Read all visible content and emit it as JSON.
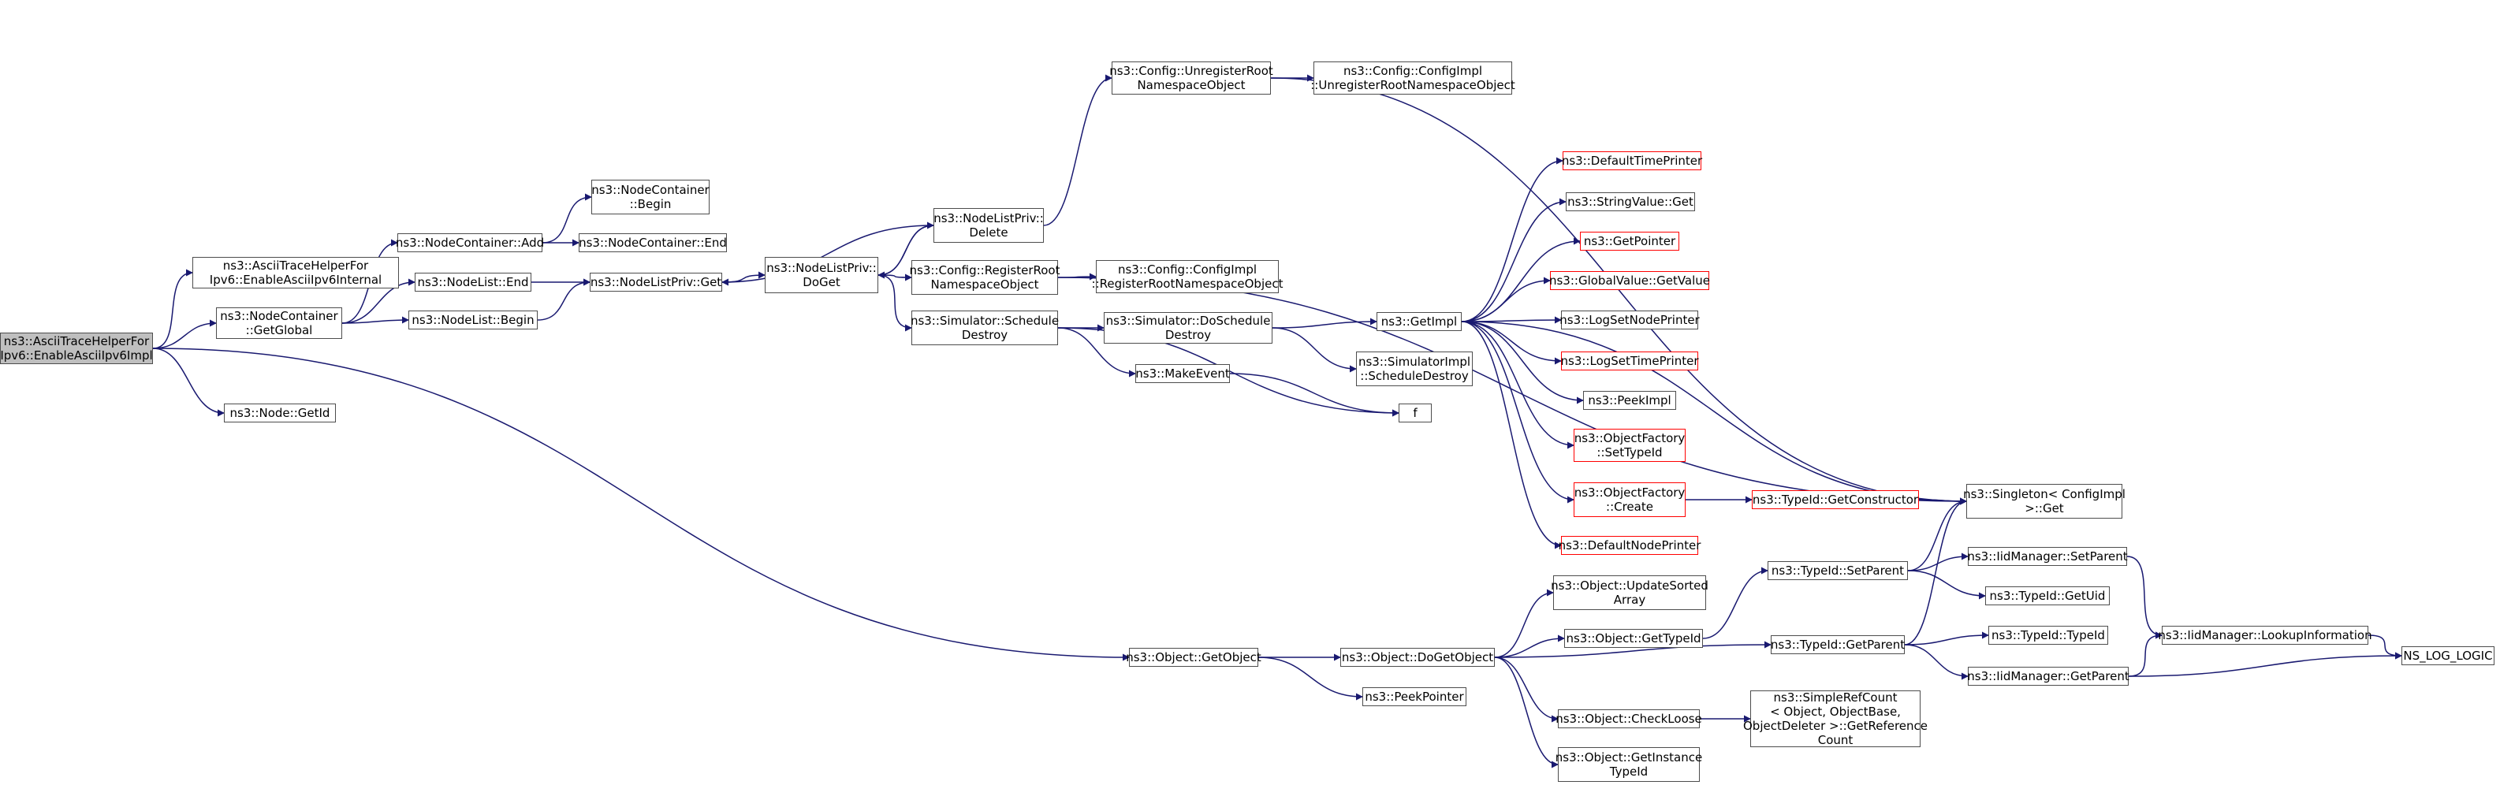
{
  "colors": {
    "edge": "#191970",
    "node_border": "#4d4d4d",
    "truncated_border": "#ff0000",
    "root_fill": "#bfbfbf"
  },
  "nodes": [
    {
      "id": "root",
      "lines": [
        "ns3::AsciiTraceHelperFor",
        "Ipv6::EnableAsciiIpv6Impl"
      ],
      "root": true
    },
    {
      "id": "ipv6int",
      "lines": [
        "ns3::AsciiTraceHelperFor",
        "Ipv6::EnableAsciiIpv6Internal"
      ]
    },
    {
      "id": "ncGetGlobal",
      "lines": [
        "ns3::NodeContainer",
        "::GetGlobal"
      ]
    },
    {
      "id": "nodeGetId",
      "lines": [
        "ns3::Node::GetId"
      ]
    },
    {
      "id": "ncAdd",
      "lines": [
        "ns3::NodeContainer::Add"
      ]
    },
    {
      "id": "nlEnd",
      "lines": [
        "ns3::NodeList::End"
      ]
    },
    {
      "id": "nlBegin",
      "lines": [
        "ns3::NodeList::Begin"
      ]
    },
    {
      "id": "ncBegin",
      "lines": [
        "ns3::NodeContainer",
        "::Begin"
      ]
    },
    {
      "id": "ncEnd",
      "lines": [
        "ns3::NodeContainer::End"
      ]
    },
    {
      "id": "nlpGet",
      "lines": [
        "ns3::NodeListPriv::Get"
      ]
    },
    {
      "id": "nlpDoGet",
      "lines": [
        "ns3::NodeListPriv::",
        "DoGet"
      ]
    },
    {
      "id": "nlpDelete",
      "lines": [
        "ns3::NodeListPriv::",
        "Delete"
      ]
    },
    {
      "id": "cfgUnreg",
      "lines": [
        "ns3::Config::UnregisterRoot",
        "NamespaceObject"
      ]
    },
    {
      "id": "cfgImplUnreg",
      "lines": [
        "ns3::Config::ConfigImpl",
        "::UnregisterRootNamespaceObject"
      ]
    },
    {
      "id": "cfgReg",
      "lines": [
        "ns3::Config::RegisterRoot",
        "NamespaceObject"
      ]
    },
    {
      "id": "cfgImplReg",
      "lines": [
        "ns3::Config::ConfigImpl",
        "::RegisterRootNamespaceObject"
      ]
    },
    {
      "id": "simSchedDestroy",
      "lines": [
        "ns3::Simulator::Schedule",
        "Destroy"
      ]
    },
    {
      "id": "simDoSchedDestroy",
      "lines": [
        "ns3::Simulator::DoSchedule",
        "Destroy"
      ]
    },
    {
      "id": "simImplSchedDestroy",
      "lines": [
        "ns3::SimulatorImpl",
        "::ScheduleDestroy"
      ]
    },
    {
      "id": "makeEvent",
      "lines": [
        "ns3::MakeEvent"
      ]
    },
    {
      "id": "f",
      "lines": [
        "f"
      ]
    },
    {
      "id": "getImpl",
      "lines": [
        "ns3::GetImpl"
      ]
    },
    {
      "id": "defTimePrinter",
      "lines": [
        "ns3::DefaultTimePrinter"
      ],
      "truncated": true
    },
    {
      "id": "strValGet",
      "lines": [
        "ns3::StringValue::Get"
      ]
    },
    {
      "id": "getPointer",
      "lines": [
        "ns3::GetPointer"
      ],
      "truncated": true
    },
    {
      "id": "gvGetValue",
      "lines": [
        "ns3::GlobalValue::GetValue"
      ],
      "truncated": true
    },
    {
      "id": "logSetNodePrinter",
      "lines": [
        "ns3::LogSetNodePrinter"
      ]
    },
    {
      "id": "logSetTimePrinter",
      "lines": [
        "ns3::LogSetTimePrinter"
      ],
      "truncated": true
    },
    {
      "id": "peekImpl",
      "lines": [
        "ns3::PeekImpl"
      ]
    },
    {
      "id": "ofSetTypeId",
      "lines": [
        "ns3::ObjectFactory",
        "::SetTypeId"
      ],
      "truncated": true
    },
    {
      "id": "ofCreate",
      "lines": [
        "ns3::ObjectFactory",
        "::Create"
      ],
      "truncated": true
    },
    {
      "id": "defNodePrinter",
      "lines": [
        "ns3::DefaultNodePrinter"
      ],
      "truncated": true
    },
    {
      "id": "tidGetCtor",
      "lines": [
        "ns3::TypeId::GetConstructor"
      ],
      "truncated": true
    },
    {
      "id": "singletonGet",
      "lines": [
        "ns3::Singleton< ConfigImpl",
        "&gt;::Get"
      ]
    },
    {
      "id": "objGetObject",
      "lines": [
        "ns3::Object::GetObject"
      ]
    },
    {
      "id": "peekPointer",
      "lines": [
        "ns3::PeekPointer"
      ]
    },
    {
      "id": "objDoGetObject",
      "lines": [
        "ns3::Object::DoGetObject"
      ]
    },
    {
      "id": "objUpdateSorted",
      "lines": [
        "ns3::Object::UpdateSorted",
        "Array"
      ]
    },
    {
      "id": "objGetTypeId",
      "lines": [
        "ns3::Object::GetTypeId"
      ]
    },
    {
      "id": "objCheckLoose",
      "lines": [
        "ns3::Object::CheckLoose"
      ]
    },
    {
      "id": "objGetInstanceTypeId",
      "lines": [
        "ns3::Object::GetInstance",
        "TypeId"
      ]
    },
    {
      "id": "tidSetParent",
      "lines": [
        "ns3::TypeId::SetParent"
      ]
    },
    {
      "id": "tidGetParent",
      "lines": [
        "ns3::TypeId::GetParent"
      ]
    },
    {
      "id": "iidSetParent",
      "lines": [
        "ns3::IidManager::SetParent"
      ]
    },
    {
      "id": "tidGetUid",
      "lines": [
        "ns3::TypeId::GetUid"
      ]
    },
    {
      "id": "tidTypeId",
      "lines": [
        "ns3::TypeId::TypeId"
      ]
    },
    {
      "id": "iidGetParent",
      "lines": [
        "ns3::IidManager::GetParent"
      ]
    },
    {
      "id": "iidLookup",
      "lines": [
        "ns3::IidManager::LookupInformation"
      ]
    },
    {
      "id": "nsLogLogic",
      "lines": [
        "NS_LOG_LOGIC"
      ]
    },
    {
      "id": "simpleRefCount",
      "lines": [
        "ns3::SimpleRefCount",
        "< Object, ObjectBase,",
        "ObjectDeleter &gt;::GetReference",
        "Count"
      ]
    }
  ],
  "edges": [
    [
      "root",
      "ipv6int"
    ],
    [
      "root",
      "ncGetGlobal"
    ],
    [
      "root",
      "nodeGetId"
    ],
    [
      "root",
      "objGetObject"
    ],
    [
      "ncGetGlobal",
      "ncAdd"
    ],
    [
      "ncGetGlobal",
      "nlEnd"
    ],
    [
      "ncGetGlobal",
      "nlBegin"
    ],
    [
      "ncAdd",
      "ncBegin"
    ],
    [
      "ncAdd",
      "ncEnd"
    ],
    [
      "nlEnd",
      "nlpGet"
    ],
    [
      "nlBegin",
      "nlpGet"
    ],
    [
      "nlpGet",
      "nlpDoGet"
    ],
    [
      "nlpDoGet",
      "nlpDelete"
    ],
    [
      "nlpDoGet",
      "cfgReg"
    ],
    [
      "nlpDoGet",
      "simSchedDestroy"
    ],
    [
      "nlpDelete",
      "nlpDoGet"
    ],
    [
      "nlpDelete",
      "nlpGet"
    ],
    [
      "nlpDelete",
      "cfgUnreg"
    ],
    [
      "cfgUnreg",
      "cfgImplUnreg"
    ],
    [
      "cfgUnreg",
      "singletonGet"
    ],
    [
      "cfgReg",
      "cfgImplReg"
    ],
    [
      "cfgReg",
      "singletonGet"
    ],
    [
      "simSchedDestroy",
      "simDoSchedDestroy"
    ],
    [
      "simSchedDestroy",
      "makeEvent"
    ],
    [
      "simSchedDestroy",
      "f"
    ],
    [
      "simDoSchedDestroy",
      "getImpl"
    ],
    [
      "simDoSchedDestroy",
      "simImplSchedDestroy"
    ],
    [
      "makeEvent",
      "f"
    ],
    [
      "getImpl",
      "defTimePrinter"
    ],
    [
      "getImpl",
      "strValGet"
    ],
    [
      "getImpl",
      "getPointer"
    ],
    [
      "getImpl",
      "gvGetValue"
    ],
    [
      "getImpl",
      "logSetNodePrinter"
    ],
    [
      "getImpl",
      "logSetTimePrinter"
    ],
    [
      "getImpl",
      "peekImpl"
    ],
    [
      "getImpl",
      "ofSetTypeId"
    ],
    [
      "getImpl",
      "ofCreate"
    ],
    [
      "getImpl",
      "defNodePrinter"
    ],
    [
      "getImpl",
      "singletonGet"
    ],
    [
      "ofCreate",
      "tidGetCtor"
    ],
    [
      "tidGetCtor",
      "singletonGet"
    ],
    [
      "objGetObject",
      "objDoGetObject"
    ],
    [
      "objGetObject",
      "peekPointer"
    ],
    [
      "objDoGetObject",
      "objUpdateSorted"
    ],
    [
      "objDoGetObject",
      "objGetTypeId"
    ],
    [
      "objDoGetObject",
      "tidGetParent"
    ],
    [
      "objDoGetObject",
      "objCheckLoose"
    ],
    [
      "objDoGetObject",
      "objGetInstanceTypeId"
    ],
    [
      "objGetTypeId",
      "tidSetParent"
    ],
    [
      "objCheckLoose",
      "simpleRefCount"
    ],
    [
      "tidSetParent",
      "singletonGet"
    ],
    [
      "tidSetParent",
      "iidSetParent"
    ],
    [
      "tidSetParent",
      "tidGetUid"
    ],
    [
      "tidGetParent",
      "singletonGet"
    ],
    [
      "tidGetParent",
      "tidTypeId"
    ],
    [
      "tidGetParent",
      "iidGetParent"
    ],
    [
      "iidSetParent",
      "iidLookup"
    ],
    [
      "iidGetParent",
      "iidLookup"
    ],
    [
      "iidGetParent",
      "nsLogLogic"
    ],
    [
      "iidLookup",
      "nsLogLogic"
    ]
  ]
}
